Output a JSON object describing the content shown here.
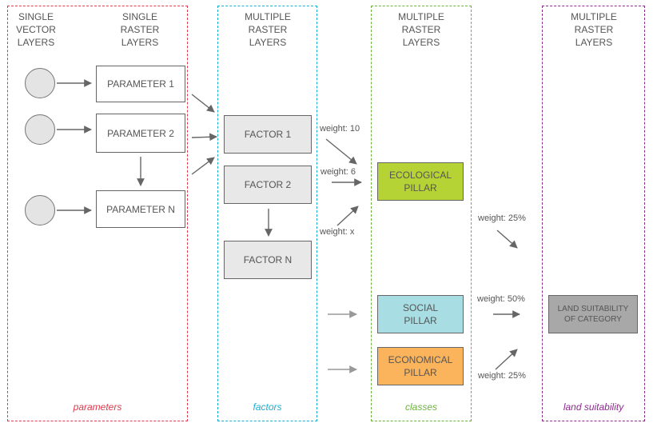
{
  "sections": [
    {
      "id": "parameters",
      "footer": "parameters",
      "color": "#e0394b",
      "headers": [
        "SINGLE\nVECTOR\nLAYERS",
        "SINGLE\nRASTER\nLAYERS"
      ]
    },
    {
      "id": "factors",
      "footer": "factors",
      "color": "#1aaed0",
      "headers": [
        "MULTIPLE\nRASTER\nLAYERS"
      ]
    },
    {
      "id": "classes",
      "footer": "classes",
      "color": "#6db33f",
      "headers": [
        "MULTIPLE\nRASTER\nLAYERS"
      ]
    },
    {
      "id": "land",
      "footer": "land suitability",
      "color": "#8e2c8e",
      "headers": [
        "MULTIPLE\nRASTER\nLAYERS"
      ]
    }
  ],
  "parameters": [
    "PARAMETER  1",
    "PARAMETER  2",
    "PARAMETER  N"
  ],
  "factors": [
    "FACTOR  1",
    "FACTOR 2",
    "FACTOR N"
  ],
  "pillars": [
    {
      "label": "ECOLOGICAL\nPILLAR",
      "color": "#b5d334"
    },
    {
      "label": "SOCIAL\nPILLAR",
      "color": "#a8dde3"
    },
    {
      "label": "ECONOMICAL\nPILLAR",
      "color": "#fbb45c"
    }
  ],
  "result": {
    "label": "LAND SUITABILITY\nOF CATEGORY",
    "color": "#a8a8a8"
  },
  "factor_weights": [
    "weight: 10",
    "weight: 6",
    "weight: x"
  ],
  "pillar_weights": [
    "weight: 25%",
    "weight: 50%",
    "weight: 25%"
  ]
}
